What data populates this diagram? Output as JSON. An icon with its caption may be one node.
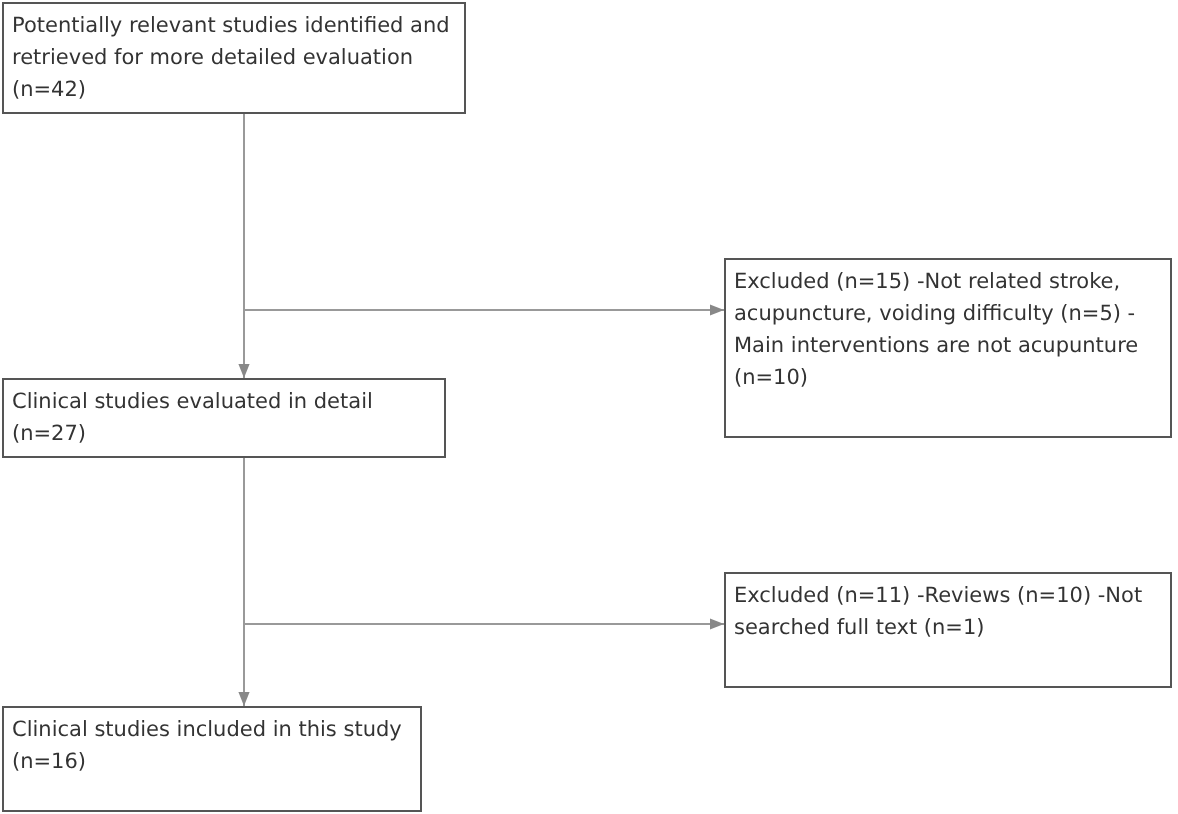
{
  "diagram": {
    "nodes": [
      {
        "text": [
          "Potentially relevant studies identified and retrieved for more detailed evaluation (n=42)"
        ]
      },
      {
        "text": [
          "Excluded (n=15) -Not related stroke, acupuncture, voiding difficulty (n=5) -Main interventions are not acupunture (n=10)"
        ]
      },
      {
        "text": [
          "Clinical studies evaluated in detail (n=27)"
        ]
      },
      {
        "text": [
          "Excluded (n=11) -Reviews (n=10) -Not searched full text (n=1)"
        ]
      },
      {
        "text": [
          "Clinical studies included in this study (n=16)"
        ]
      }
    ],
    "edges": [
      {
        "from": 0,
        "to": 2,
        "arrow": "to"
      },
      {
        "from": 0,
        "to": 1,
        "arrow": "to"
      },
      {
        "from": 2,
        "to": 4,
        "arrow": "to"
      },
      {
        "from": 2,
        "to": 3,
        "arrow": "to"
      }
    ]
  }
}
